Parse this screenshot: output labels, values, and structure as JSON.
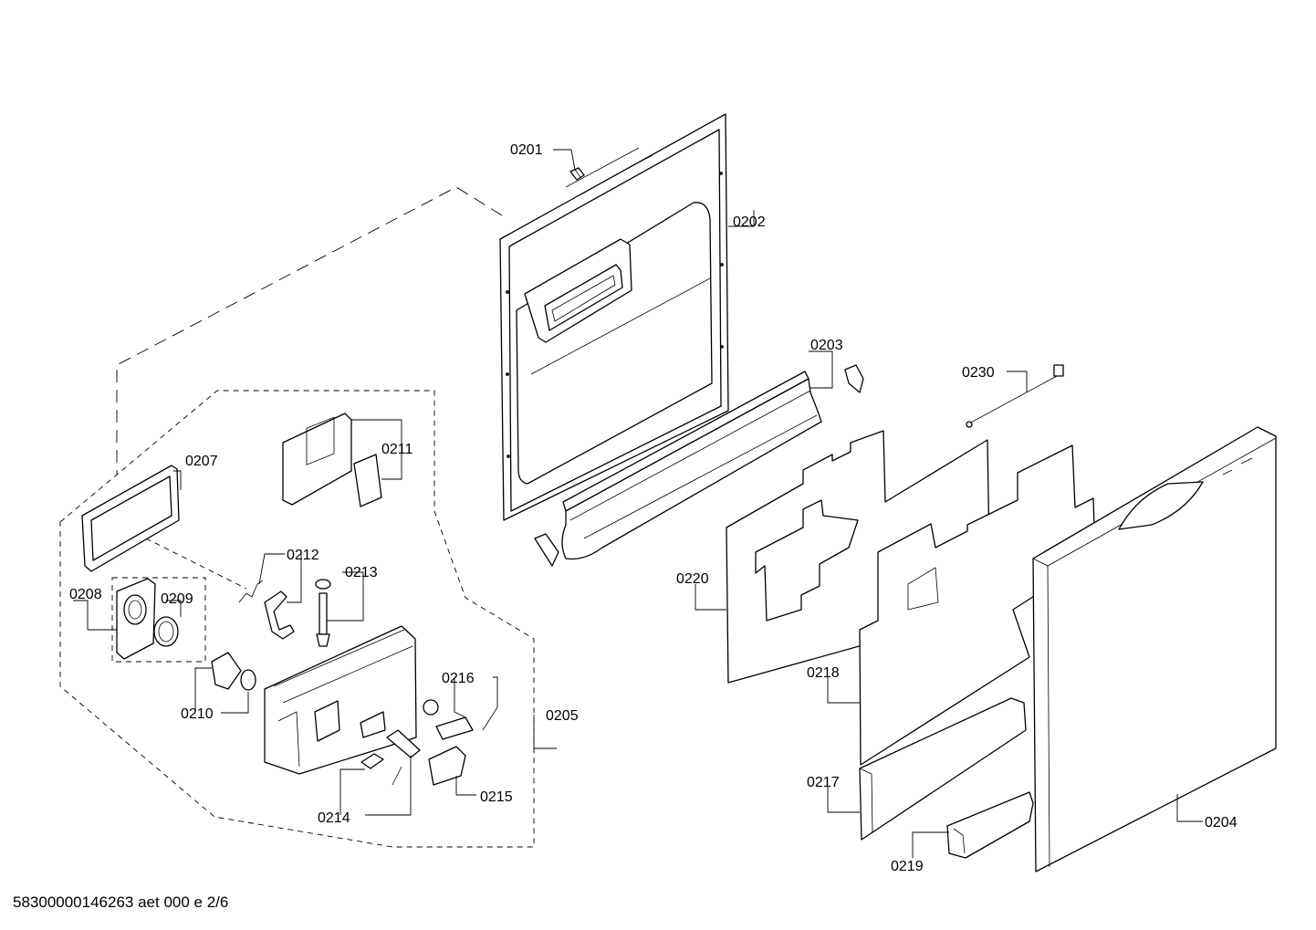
{
  "parts": [
    {
      "id": "p0201",
      "label": "0201"
    },
    {
      "id": "p0202",
      "label": "0202"
    },
    {
      "id": "p0203",
      "label": "0203"
    },
    {
      "id": "p0204",
      "label": "0204"
    },
    {
      "id": "p0205",
      "label": "0205"
    },
    {
      "id": "p0207",
      "label": "0207"
    },
    {
      "id": "p0208",
      "label": "0208"
    },
    {
      "id": "p0209",
      "label": "0209"
    },
    {
      "id": "p0210",
      "label": "0210"
    },
    {
      "id": "p0211",
      "label": "0211"
    },
    {
      "id": "p0212",
      "label": "0212"
    },
    {
      "id": "p0213",
      "label": "0213"
    },
    {
      "id": "p0214",
      "label": "0214"
    },
    {
      "id": "p0215",
      "label": "0215"
    },
    {
      "id": "p0216",
      "label": "0216"
    },
    {
      "id": "p0217",
      "label": "0217"
    },
    {
      "id": "p0218",
      "label": "0218"
    },
    {
      "id": "p0219",
      "label": "0219"
    },
    {
      "id": "p0220",
      "label": "0220"
    },
    {
      "id": "p0230",
      "label": "0230"
    }
  ],
  "footer": "58300000146263 aet 000 e 2/6"
}
